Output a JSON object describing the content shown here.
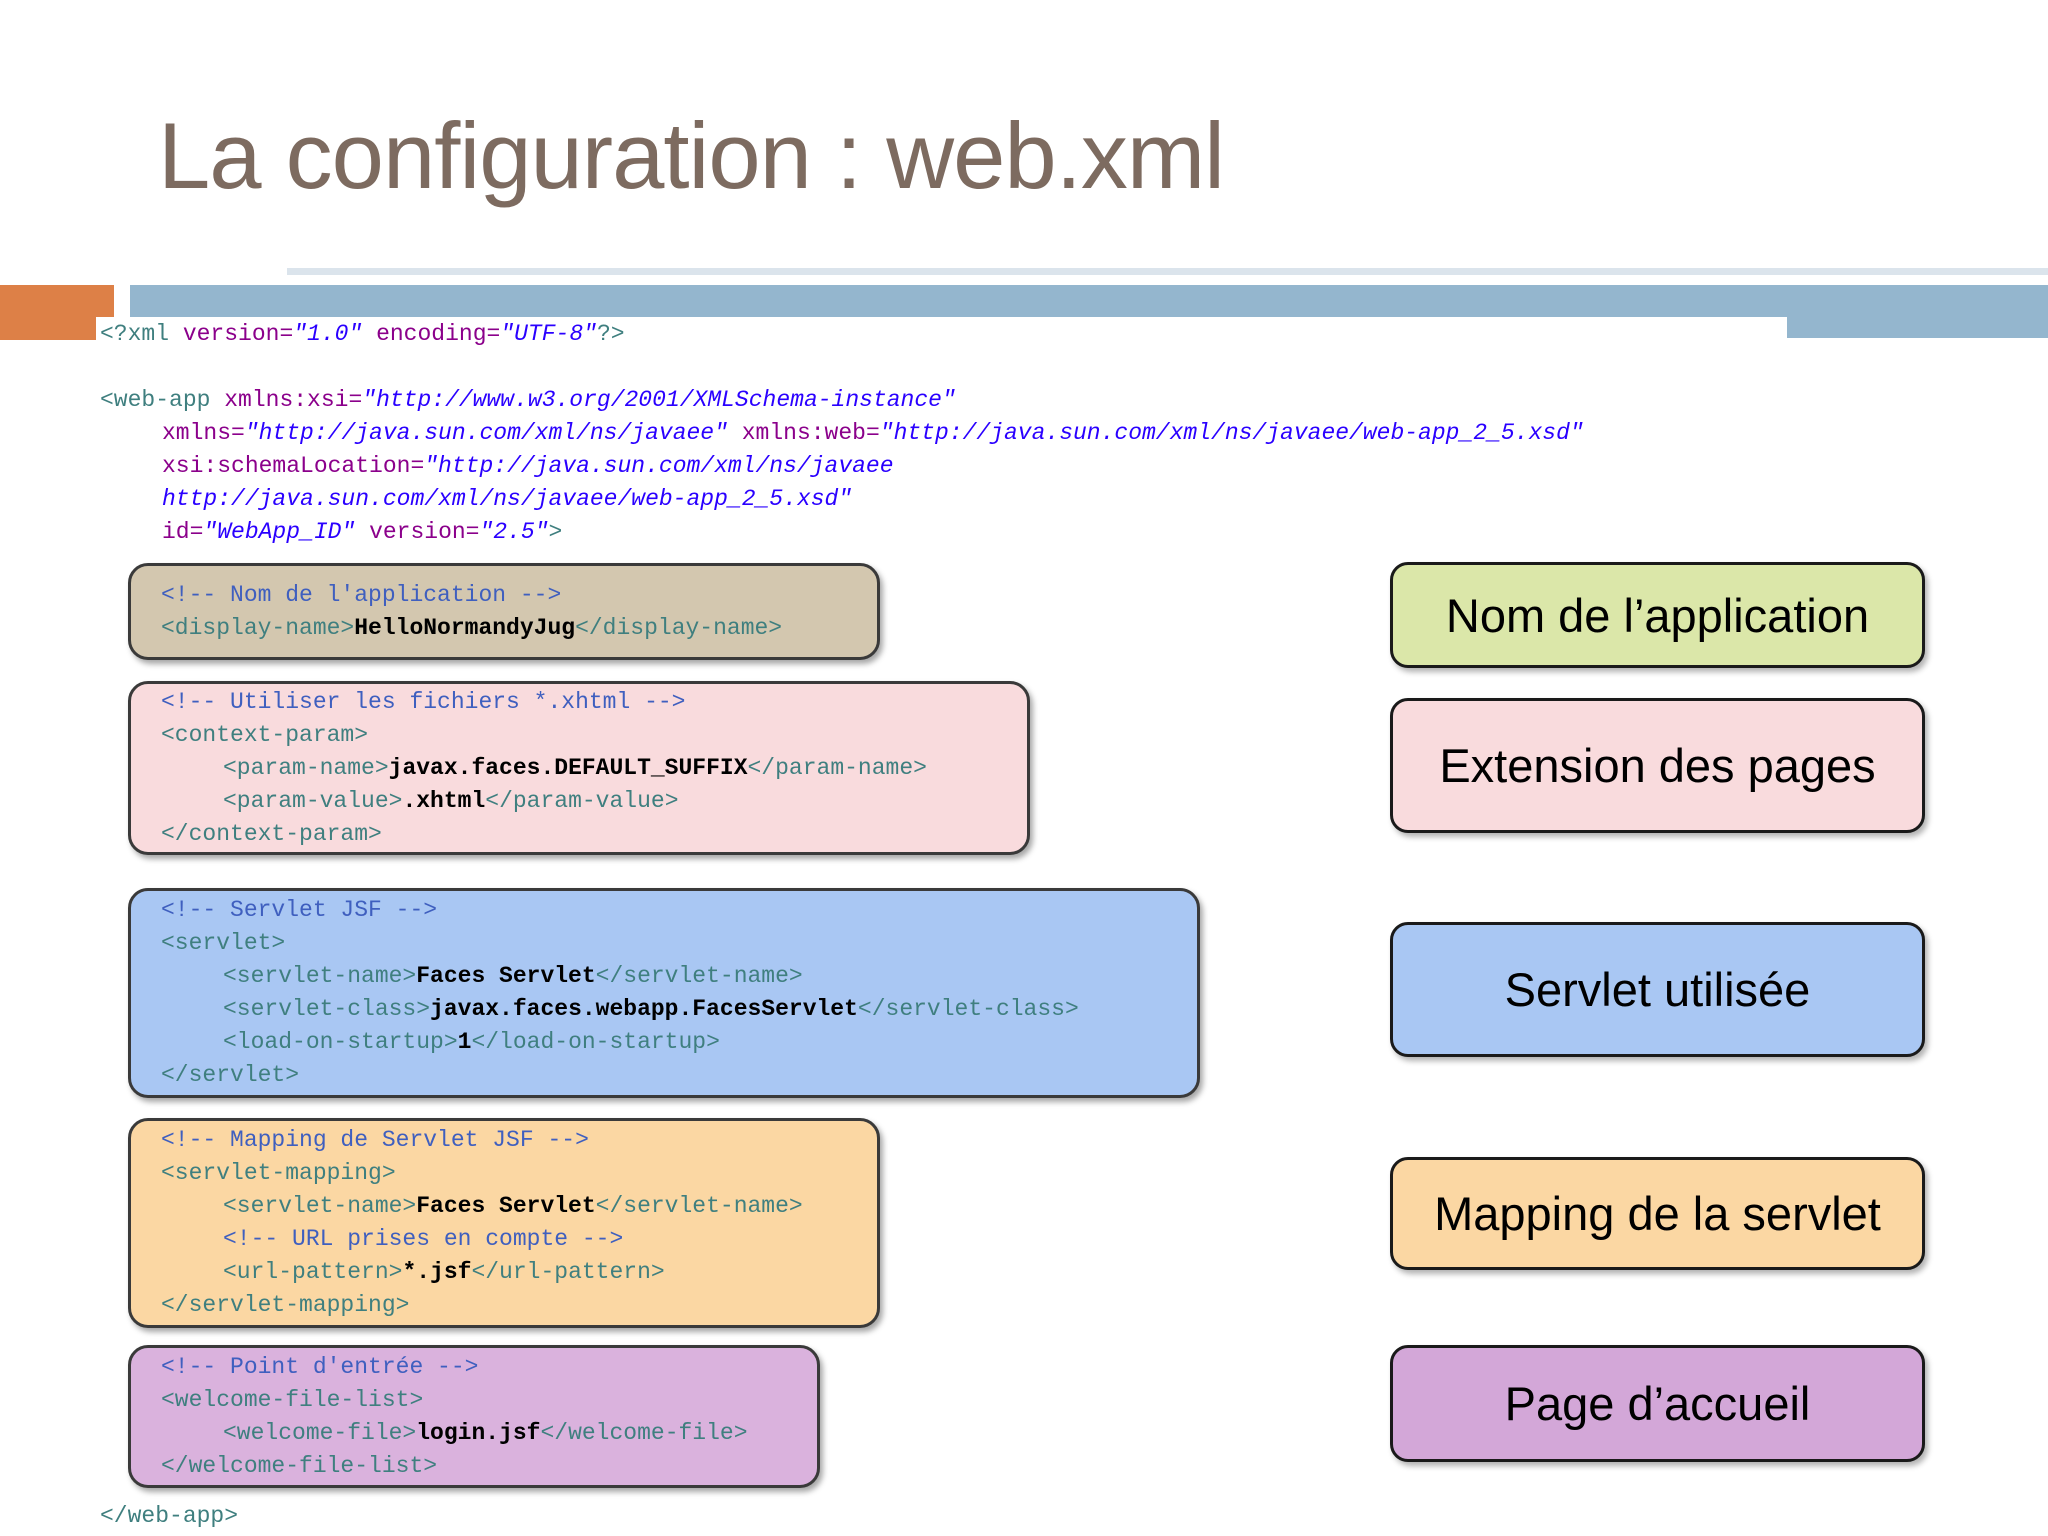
{
  "slide": {
    "title": "La configuration : web.xml"
  },
  "colors": {
    "accent_orange": "#DD8047",
    "band_blue": "#94B6CE",
    "title_text": "#7D6B60",
    "syntax_tag": "#3F7F7F",
    "syntax_attribute": "#8B008B",
    "syntax_value": "#2A00FF",
    "syntax_comment": "#3F5FBF",
    "syntax_content": "#000000"
  },
  "xml_prolog": {
    "lines": [
      {
        "indent": 0,
        "tokens": [
          [
            "g",
            "<?xml "
          ],
          [
            "a",
            "version="
          ],
          [
            "v",
            "\"1.0\""
          ],
          [
            "p",
            " "
          ],
          [
            "a",
            "encoding="
          ],
          [
            "v",
            "\"UTF-8\""
          ],
          [
            "g",
            "?>"
          ]
        ]
      },
      {
        "indent": 0,
        "tokens": []
      },
      {
        "indent": 0,
        "tokens": [
          [
            "g",
            "<web-app "
          ],
          [
            "a",
            "xmlns:xsi="
          ],
          [
            "v",
            "\"http://www.w3.org/2001/XMLSchema-instance\""
          ]
        ]
      },
      {
        "indent": 1,
        "tokens": [
          [
            "a",
            "xmlns="
          ],
          [
            "v",
            "\"http://java.sun.com/xml/ns/javaee\""
          ],
          [
            "p",
            " "
          ],
          [
            "a",
            "xmlns:web="
          ],
          [
            "v",
            "\"http://java.sun.com/xml/ns/javaee/web-app_2_5.xsd\""
          ]
        ]
      },
      {
        "indent": 1,
        "tokens": [
          [
            "a",
            "xsi:schemaLocation="
          ],
          [
            "v",
            "\"http://java.sun.com/xml/ns/javaee"
          ]
        ]
      },
      {
        "indent": 1,
        "tokens": [
          [
            "v",
            "http://java.sun.com/xml/ns/javaee/web-app_2_5.xsd\""
          ]
        ]
      },
      {
        "indent": 1,
        "tokens": [
          [
            "a",
            "id="
          ],
          [
            "v",
            "\"WebApp_ID\""
          ],
          [
            "p",
            " "
          ],
          [
            "a",
            "version="
          ],
          [
            "v",
            "\"2.5\""
          ],
          [
            "g",
            ">"
          ]
        ]
      }
    ]
  },
  "code_boxes": [
    {
      "name": "display-name",
      "fill": "#D3C7AF",
      "lines": [
        {
          "indent": 0,
          "tokens": [
            [
              "c",
              "<!-- Nom de l'application -->"
            ]
          ]
        },
        {
          "indent": 0,
          "tokens": [
            [
              "g",
              "<display-name>"
            ],
            [
              "b",
              "HelloNormandyJug"
            ],
            [
              "g",
              "</display-name>"
            ]
          ]
        }
      ]
    },
    {
      "name": "context-param",
      "fill": "#F9DBDD",
      "lines": [
        {
          "indent": 0,
          "tokens": [
            [
              "c",
              "<!-- Utiliser les fichiers *.xhtml -->"
            ]
          ]
        },
        {
          "indent": 0,
          "tokens": [
            [
              "g",
              "<context-param>"
            ]
          ]
        },
        {
          "indent": 1,
          "tokens": [
            [
              "g",
              "<param-name>"
            ],
            [
              "b",
              "javax.faces.DEFAULT_SUFFIX"
            ],
            [
              "g",
              "</param-name>"
            ]
          ]
        },
        {
          "indent": 1,
          "tokens": [
            [
              "g",
              "<param-value>"
            ],
            [
              "b",
              ".xhtml"
            ],
            [
              "g",
              "</param-value>"
            ]
          ]
        },
        {
          "indent": 0,
          "tokens": [
            [
              "g",
              "</context-param>"
            ]
          ]
        }
      ]
    },
    {
      "name": "servlet",
      "fill": "#A9C7F3",
      "lines": [
        {
          "indent": 0,
          "tokens": [
            [
              "c",
              "<!-- Servlet JSF -->"
            ]
          ]
        },
        {
          "indent": 0,
          "tokens": [
            [
              "g",
              "<servlet>"
            ]
          ]
        },
        {
          "indent": 1,
          "tokens": [
            [
              "g",
              "<servlet-name>"
            ],
            [
              "b",
              "Faces Servlet"
            ],
            [
              "g",
              "</servlet-name>"
            ]
          ]
        },
        {
          "indent": 1,
          "tokens": [
            [
              "g",
              "<servlet-class>"
            ],
            [
              "b",
              "javax.faces.webapp.FacesServlet"
            ],
            [
              "g",
              "</servlet-class>"
            ]
          ]
        },
        {
          "indent": 1,
          "tokens": [
            [
              "g",
              "<load-on-startup>"
            ],
            [
              "b",
              "1"
            ],
            [
              "g",
              "</load-on-startup>"
            ]
          ]
        },
        {
          "indent": 0,
          "tokens": [
            [
              "g",
              "</servlet>"
            ]
          ]
        }
      ]
    },
    {
      "name": "servlet-mapping",
      "fill": "#FBD7A3",
      "lines": [
        {
          "indent": 0,
          "tokens": [
            [
              "c",
              "<!-- Mapping de Servlet JSF -->"
            ]
          ]
        },
        {
          "indent": 0,
          "tokens": [
            [
              "g",
              "<servlet-mapping>"
            ]
          ]
        },
        {
          "indent": 1,
          "tokens": [
            [
              "g",
              "<servlet-name>"
            ],
            [
              "b",
              "Faces Servlet"
            ],
            [
              "g",
              "</servlet-name>"
            ]
          ]
        },
        {
          "indent": 1,
          "tokens": [
            [
              "c",
              "<!-- URL prises en compte -->"
            ]
          ]
        },
        {
          "indent": 1,
          "tokens": [
            [
              "g",
              "<url-pattern>"
            ],
            [
              "b",
              "*.jsf"
            ],
            [
              "g",
              "</url-pattern>"
            ]
          ]
        },
        {
          "indent": 0,
          "tokens": [
            [
              "g",
              "</servlet-mapping>"
            ]
          ]
        }
      ]
    },
    {
      "name": "welcome-file-list",
      "fill": "#DAB2DD",
      "lines": [
        {
          "indent": 0,
          "tokens": [
            [
              "c",
              "<!-- Point d'entrée -->"
            ]
          ]
        },
        {
          "indent": 0,
          "tokens": [
            [
              "g",
              "<welcome-file-list>"
            ]
          ]
        },
        {
          "indent": 1,
          "tokens": [
            [
              "g",
              "<welcome-file>"
            ],
            [
              "b",
              "login.jsf"
            ],
            [
              "g",
              "</welcome-file>"
            ]
          ]
        },
        {
          "indent": 0,
          "tokens": [
            [
              "g",
              "</welcome-file-list>"
            ]
          ]
        }
      ]
    }
  ],
  "xml_epilog": {
    "lines": [
      {
        "indent": 0,
        "tokens": [
          [
            "g",
            "</web-app>"
          ]
        ]
      }
    ]
  },
  "side_labels": [
    {
      "text": "Nom de l’application",
      "fill": "#DBE7A9"
    },
    {
      "text": "Extension des pages",
      "fill": "#F9DBDD"
    },
    {
      "text": "Servlet utilisée",
      "fill": "#A9C7F3"
    },
    {
      "text": "Mapping de la servlet",
      "fill": "#FBD7A3"
    },
    {
      "text": "Page d’accueil",
      "fill": "#D3A7D8"
    }
  ]
}
